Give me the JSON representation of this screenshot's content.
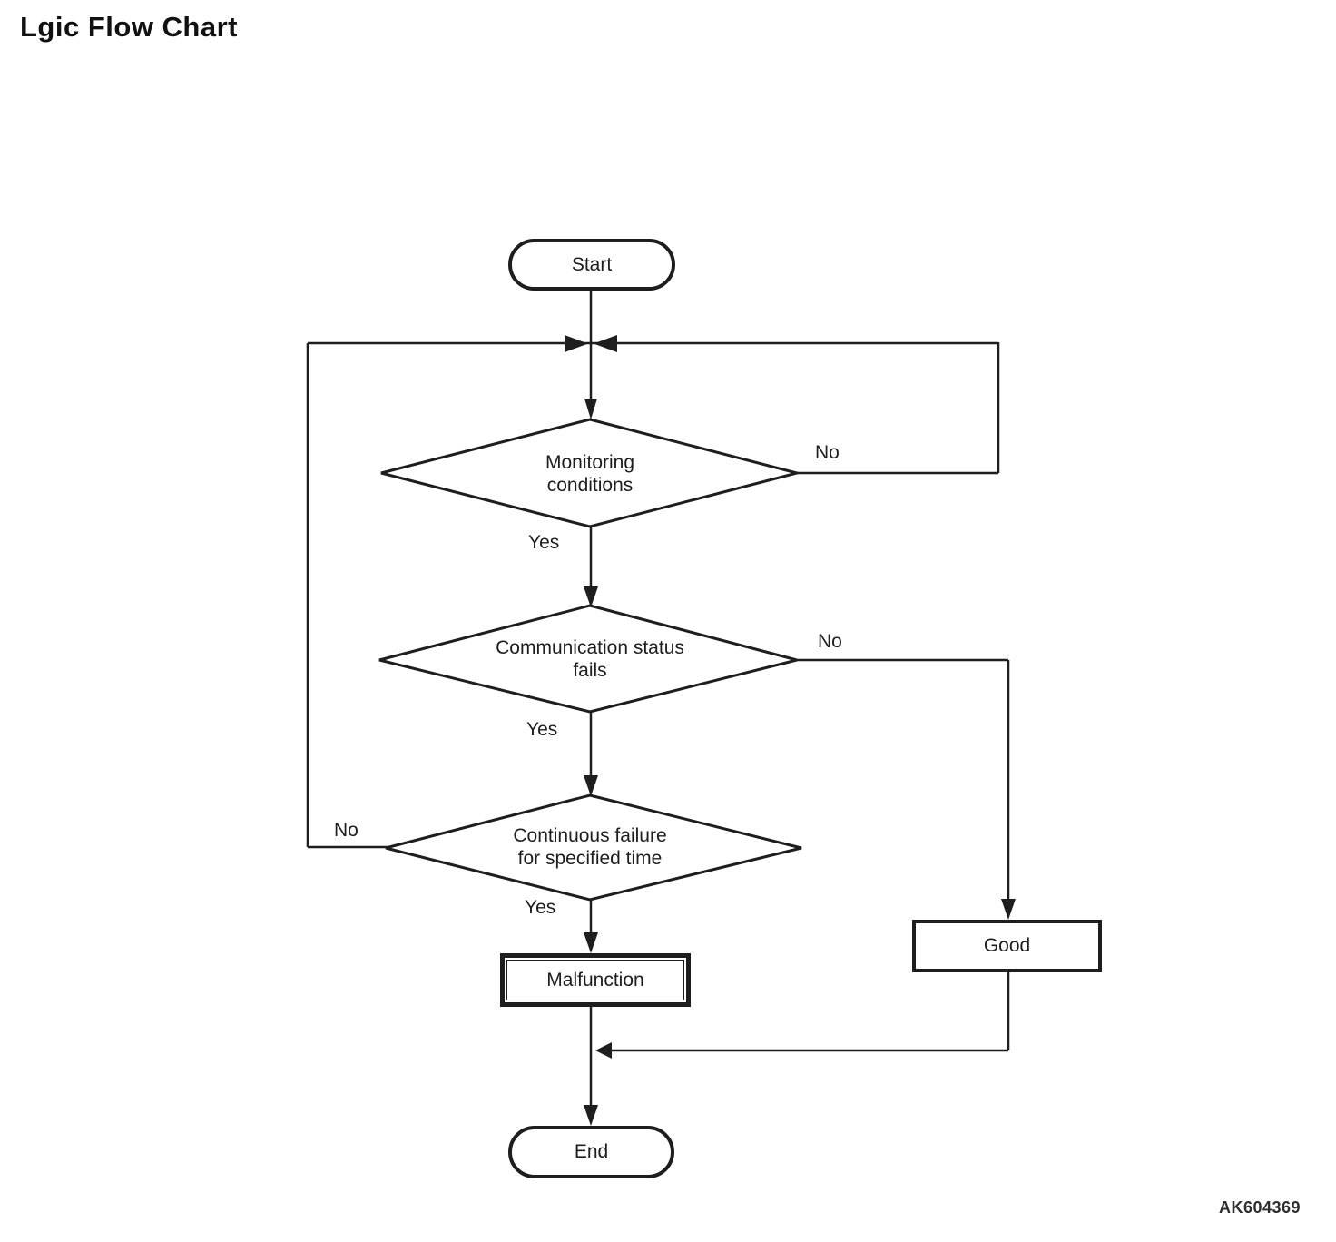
{
  "title": "Lgic Flow Chart",
  "watermark": "AK604369",
  "colors": {
    "line": "#1e1e1e",
    "background": "#ffffff",
    "text": "#1e1e1e"
  },
  "diagram": {
    "type": "flowchart",
    "nodes": {
      "start": {
        "type": "terminator",
        "label": "Start"
      },
      "monitoring": {
        "type": "decision",
        "label": "Monitoring\nconditions"
      },
      "comm_status": {
        "type": "decision",
        "label": "Communication status\nfails"
      },
      "continuous": {
        "type": "decision",
        "label": "Continuous failure\nfor specified time"
      },
      "malfunction": {
        "type": "process",
        "label": "Malfunction"
      },
      "good": {
        "type": "process",
        "label": "Good"
      },
      "end": {
        "type": "terminator",
        "label": "End"
      }
    },
    "edge_labels": {
      "monitoring_yes": "Yes",
      "monitoring_no": "No",
      "comm_yes": "Yes",
      "comm_no": "No",
      "continuous_yes": "Yes",
      "continuous_no": "No"
    },
    "edges": [
      {
        "from": "start",
        "to": "monitoring",
        "label": ""
      },
      {
        "from": "monitoring",
        "to": "comm_status",
        "label": "Yes"
      },
      {
        "from": "monitoring",
        "to": "monitoring",
        "label": "No",
        "note": "loops back above monitoring conditions"
      },
      {
        "from": "comm_status",
        "to": "continuous",
        "label": "Yes"
      },
      {
        "from": "comm_status",
        "to": "good",
        "label": "No"
      },
      {
        "from": "continuous",
        "to": "malfunction",
        "label": "Yes"
      },
      {
        "from": "continuous",
        "to": "monitoring",
        "label": "No",
        "note": "loops back above monitoring conditions"
      },
      {
        "from": "malfunction",
        "to": "end",
        "label": ""
      },
      {
        "from": "good",
        "to": "end",
        "label": ""
      }
    ]
  }
}
